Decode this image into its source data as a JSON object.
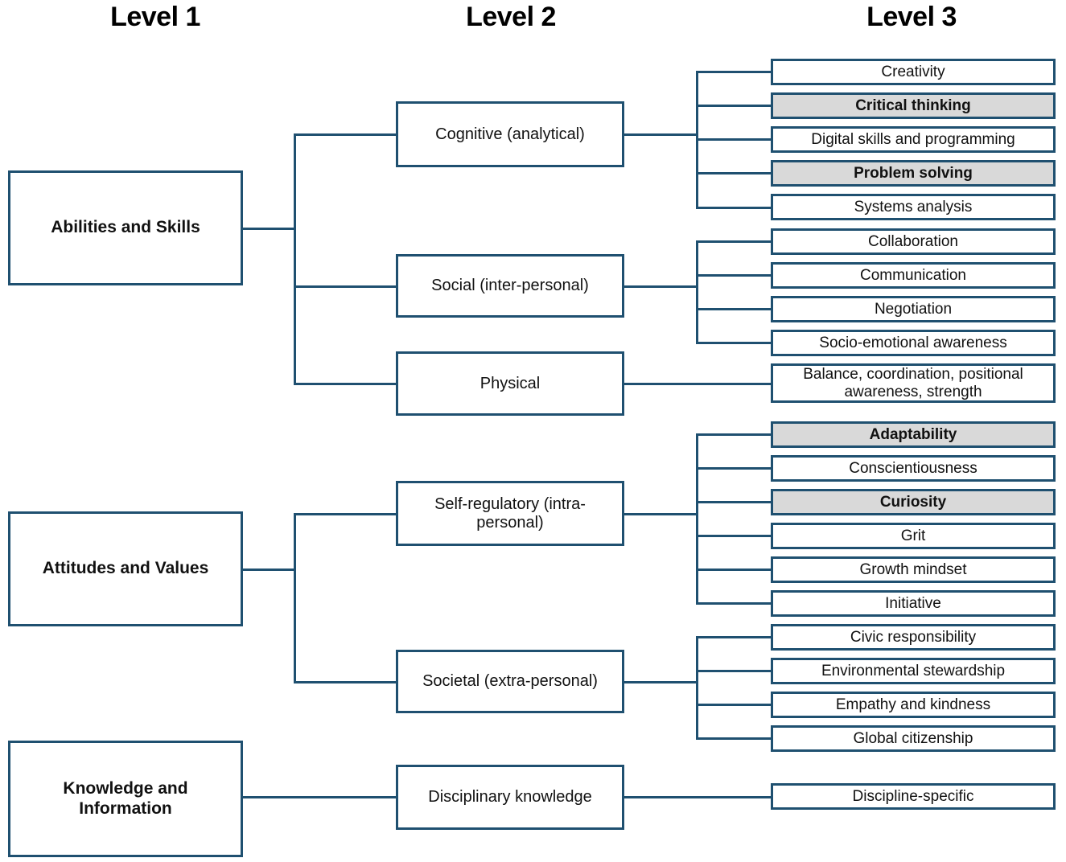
{
  "headers": [
    {
      "label": "Level 1"
    },
    {
      "label": "Level 2"
    },
    {
      "label": "Level 3"
    }
  ],
  "level1": [
    {
      "id": "abilities-and-skills",
      "label": "Abilities and Skills"
    },
    {
      "id": "attitudes-and-values",
      "label": "Attitudes and Values"
    },
    {
      "id": "knowledge-and-information",
      "label": "Knowledge and Information"
    }
  ],
  "level2": [
    {
      "id": "cognitive-analytical",
      "label": "Cognitive (analytical)"
    },
    {
      "id": "social-inter-personal",
      "label": "Social (inter-personal)"
    },
    {
      "id": "physical",
      "label": "Physical"
    },
    {
      "id": "self-regulatory-intra-personal",
      "label": "Self-regulatory (intra-personal)"
    },
    {
      "id": "societal-extra-personal",
      "label": "Societal (extra-personal)"
    },
    {
      "id": "disciplinary-knowledge",
      "label": "Disciplinary knowledge"
    }
  ],
  "level3": [
    {
      "id": "creativity",
      "label": "Creativity",
      "highlighted": false
    },
    {
      "id": "critical-thinking",
      "label": "Critical thinking",
      "highlighted": true
    },
    {
      "id": "digital-skills-and-programming",
      "label": "Digital skills and programming",
      "highlighted": false
    },
    {
      "id": "problem-solving",
      "label": "Problem solving",
      "highlighted": true
    },
    {
      "id": "systems-analysis",
      "label": "Systems analysis",
      "highlighted": false
    },
    {
      "id": "collaboration",
      "label": "Collaboration",
      "highlighted": false
    },
    {
      "id": "communication",
      "label": "Communication",
      "highlighted": false
    },
    {
      "id": "negotiation",
      "label": "Negotiation",
      "highlighted": false
    },
    {
      "id": "socio-emotional-awareness",
      "label": "Socio-emotional awareness",
      "highlighted": false
    },
    {
      "id": "balance-coordination-positional-awareness-strength",
      "label": "Balance, coordination, positional awareness, strength",
      "highlighted": false
    },
    {
      "id": "adaptability",
      "label": "Adaptability",
      "highlighted": true
    },
    {
      "id": "conscientiousness",
      "label": "Conscientiousness",
      "highlighted": false
    },
    {
      "id": "curiosity",
      "label": "Curiosity",
      "highlighted": true
    },
    {
      "id": "grit",
      "label": "Grit",
      "highlighted": false
    },
    {
      "id": "growth-mindset",
      "label": "Growth mindset",
      "highlighted": false
    },
    {
      "id": "initiative",
      "label": "Initiative",
      "highlighted": false
    },
    {
      "id": "civic-responsibility",
      "label": "Civic responsibility",
      "highlighted": false
    },
    {
      "id": "environmental-stewardship",
      "label": "Environmental stewardship",
      "highlighted": false
    },
    {
      "id": "empathy-and-kindness",
      "label": "Empathy and kindness",
      "highlighted": false
    },
    {
      "id": "global-citizenship",
      "label": "Global citizenship",
      "highlighted": false
    },
    {
      "id": "discipline-specific",
      "label": "Discipline-specific",
      "highlighted": false
    }
  ],
  "colors": {
    "border": "#1F5070",
    "highlight_fill": "#D9D9D9",
    "background": "#FFFFFF",
    "text": "#111111"
  }
}
